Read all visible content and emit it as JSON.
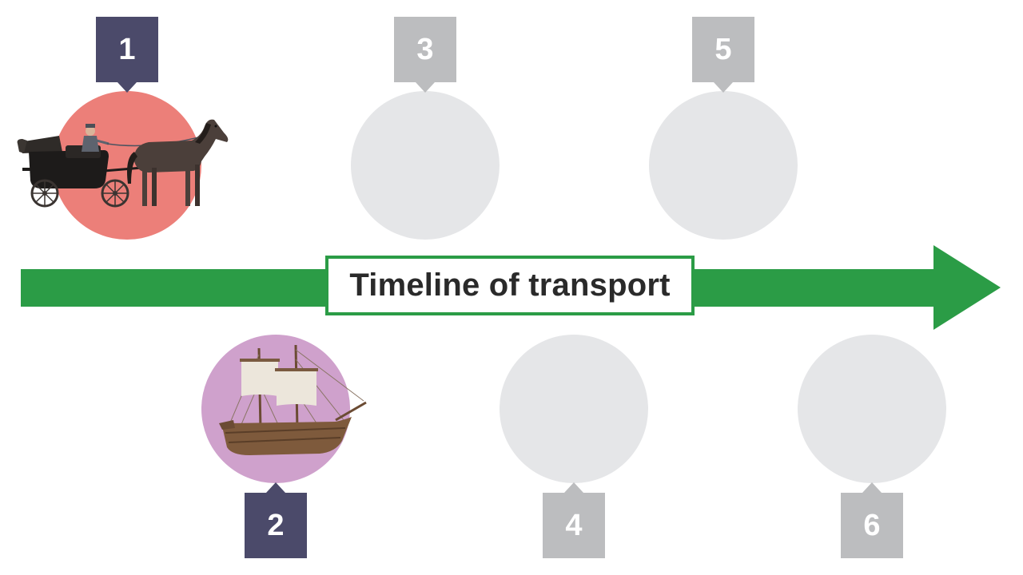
{
  "title": "Timeline of transport",
  "colors": {
    "arrow": "#2b9c46",
    "badge_active": "#4b4a6a",
    "badge_inactive": "#bcbdbf",
    "circle_empty": "#e5e6e8",
    "circle_1": "#ec7f79",
    "circle_2": "#cfa1cc"
  },
  "stages": [
    {
      "number": "1",
      "image": "horse-carriage-icon"
    },
    {
      "number": "2",
      "image": "sailing-ship-icon"
    },
    {
      "number": "3",
      "image": ""
    },
    {
      "number": "4",
      "image": ""
    },
    {
      "number": "5",
      "image": ""
    },
    {
      "number": "6",
      "image": ""
    }
  ]
}
